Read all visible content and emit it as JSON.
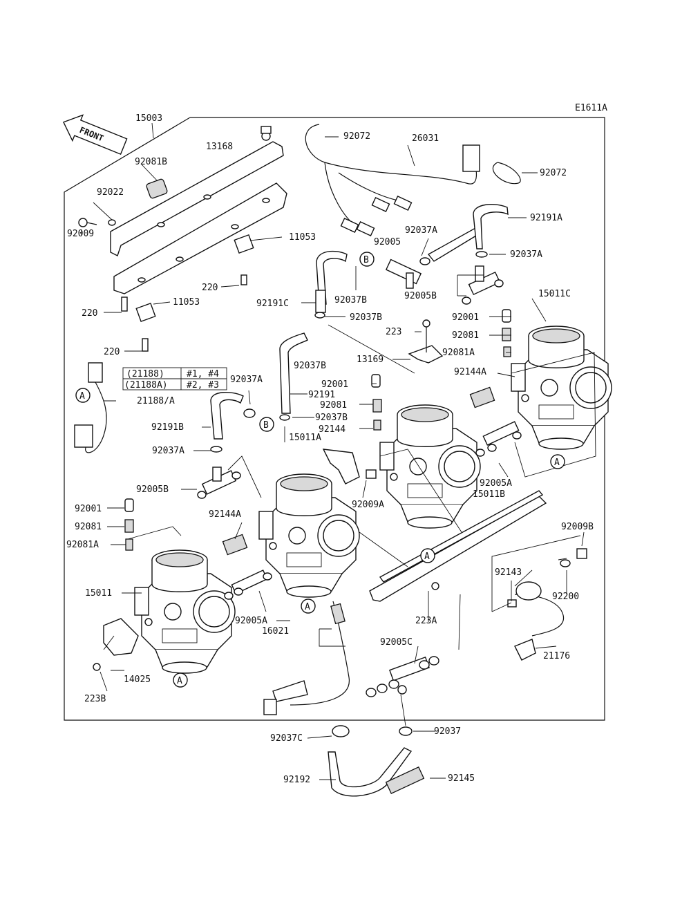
{
  "diagram_code": "E1611A",
  "front_label": "FRONT",
  "callouts": {
    "c15003": "15003",
    "c13168": "13168",
    "c92081B": "92081B",
    "c92022": "92022",
    "c92009": "92009",
    "c11053a": "11053",
    "c220a": "220",
    "c220b": "220",
    "c11053b": "11053",
    "c220c": "220",
    "c92072a": "92072",
    "c26031": "26031",
    "c92072b": "92072",
    "c92191A": "92191A",
    "c92037A_a": "92037A",
    "c92005a": "92005",
    "c92037A_b": "92037A",
    "c92191C": "92191C",
    "c92037B_a": "92037B",
    "c92005B_a": "92005B",
    "c92037B_b": "92037B",
    "c15011C": "15011C",
    "c223a": "223",
    "c92001a": "92001",
    "c92081a": "92081",
    "c13169": "13169",
    "c92081A_a": "92081A",
    "c92037B_c": "92037B",
    "c92144A_a": "92144A",
    "c92037A_c": "92037A",
    "c92001b": "92001",
    "c92191": "92191",
    "c21188A": "21188/A",
    "c92081b": "92081",
    "c92191B": "92191B",
    "c92037B_d": "92037B",
    "c92144": "92144",
    "c15011A": "15011A",
    "c92037A_d": "92037A",
    "c92005B_b": "92005B",
    "c92009A": "92009A",
    "c92005A_a": "92005A",
    "c15011B": "15011B",
    "c92001c": "92001",
    "c92081c": "92081",
    "c92144A_b": "92144A",
    "c92081A_b": "92081A",
    "c92009B": "92009B",
    "c92143": "92143",
    "c92200": "92200",
    "c15011": "15011",
    "c92005A_b": "92005A",
    "c16021": "16021",
    "c223A": "223A",
    "c92005C": "92005C",
    "c21176": "21176",
    "c14025": "14025",
    "c223B": "223B",
    "c92037C": "92037C",
    "c92037": "92037",
    "c92192": "92192",
    "c92145": "92145"
  },
  "table": {
    "r1_part": "(21188)",
    "r1_cyl": "#1, #4",
    "r2_part": "(21188A)",
    "r2_cyl": "#2, #3"
  },
  "refs": {
    "A": "A",
    "B": "B"
  }
}
